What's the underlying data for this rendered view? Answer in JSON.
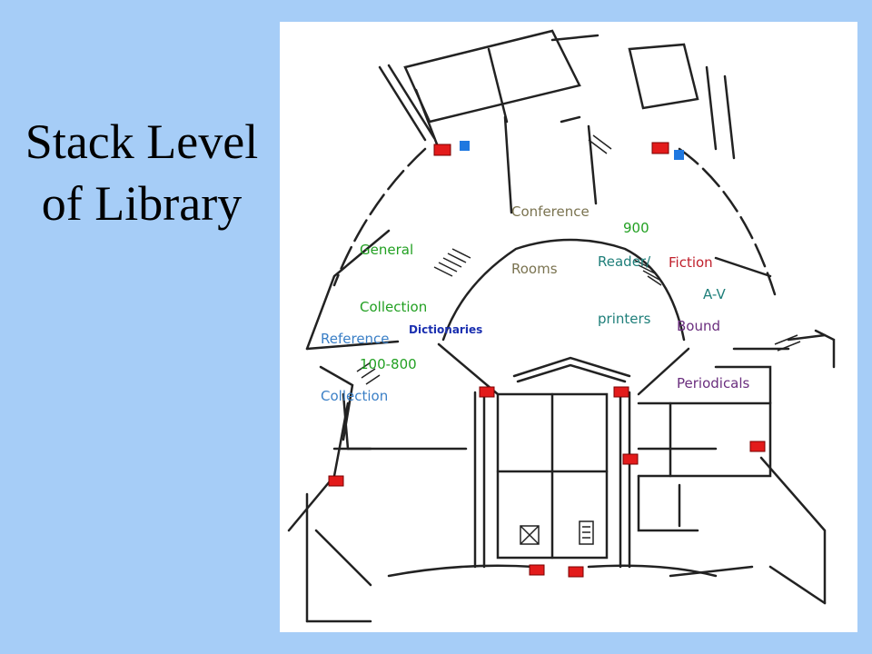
{
  "slide": {
    "title_line1": "Stack Level",
    "title_line2": "of Library"
  },
  "map": {
    "labels": {
      "conference_line1": "Conference",
      "conference_line2": "Rooms",
      "general_line1": "General",
      "general_line2": "Collection",
      "general_line3": "100-800",
      "reference_line1": "Reference",
      "reference_line2": "Collection",
      "dictionaries": "Dictionaries",
      "nine_hundred": "900",
      "reader_line1": "Reader/",
      "reader_line2": "printers",
      "fiction": "Fiction",
      "av": "A-V",
      "bound_line1": "Bound",
      "bound_line2": "Periodicals"
    },
    "colors": {
      "background": "#a6cdf7",
      "conference": "#7a7350",
      "general": "#22a022",
      "reference": "#3a7fc6",
      "dictionaries": "#1a2fb0",
      "nine_hundred": "#22a022",
      "reader": "#1f7f7a",
      "fiction": "#c0202c",
      "av": "#1f7f7a",
      "bound": "#6a2e7e",
      "marker_red": "#e31b1b",
      "marker_blue": "#1f78e0",
      "wall": "#222222"
    }
  }
}
